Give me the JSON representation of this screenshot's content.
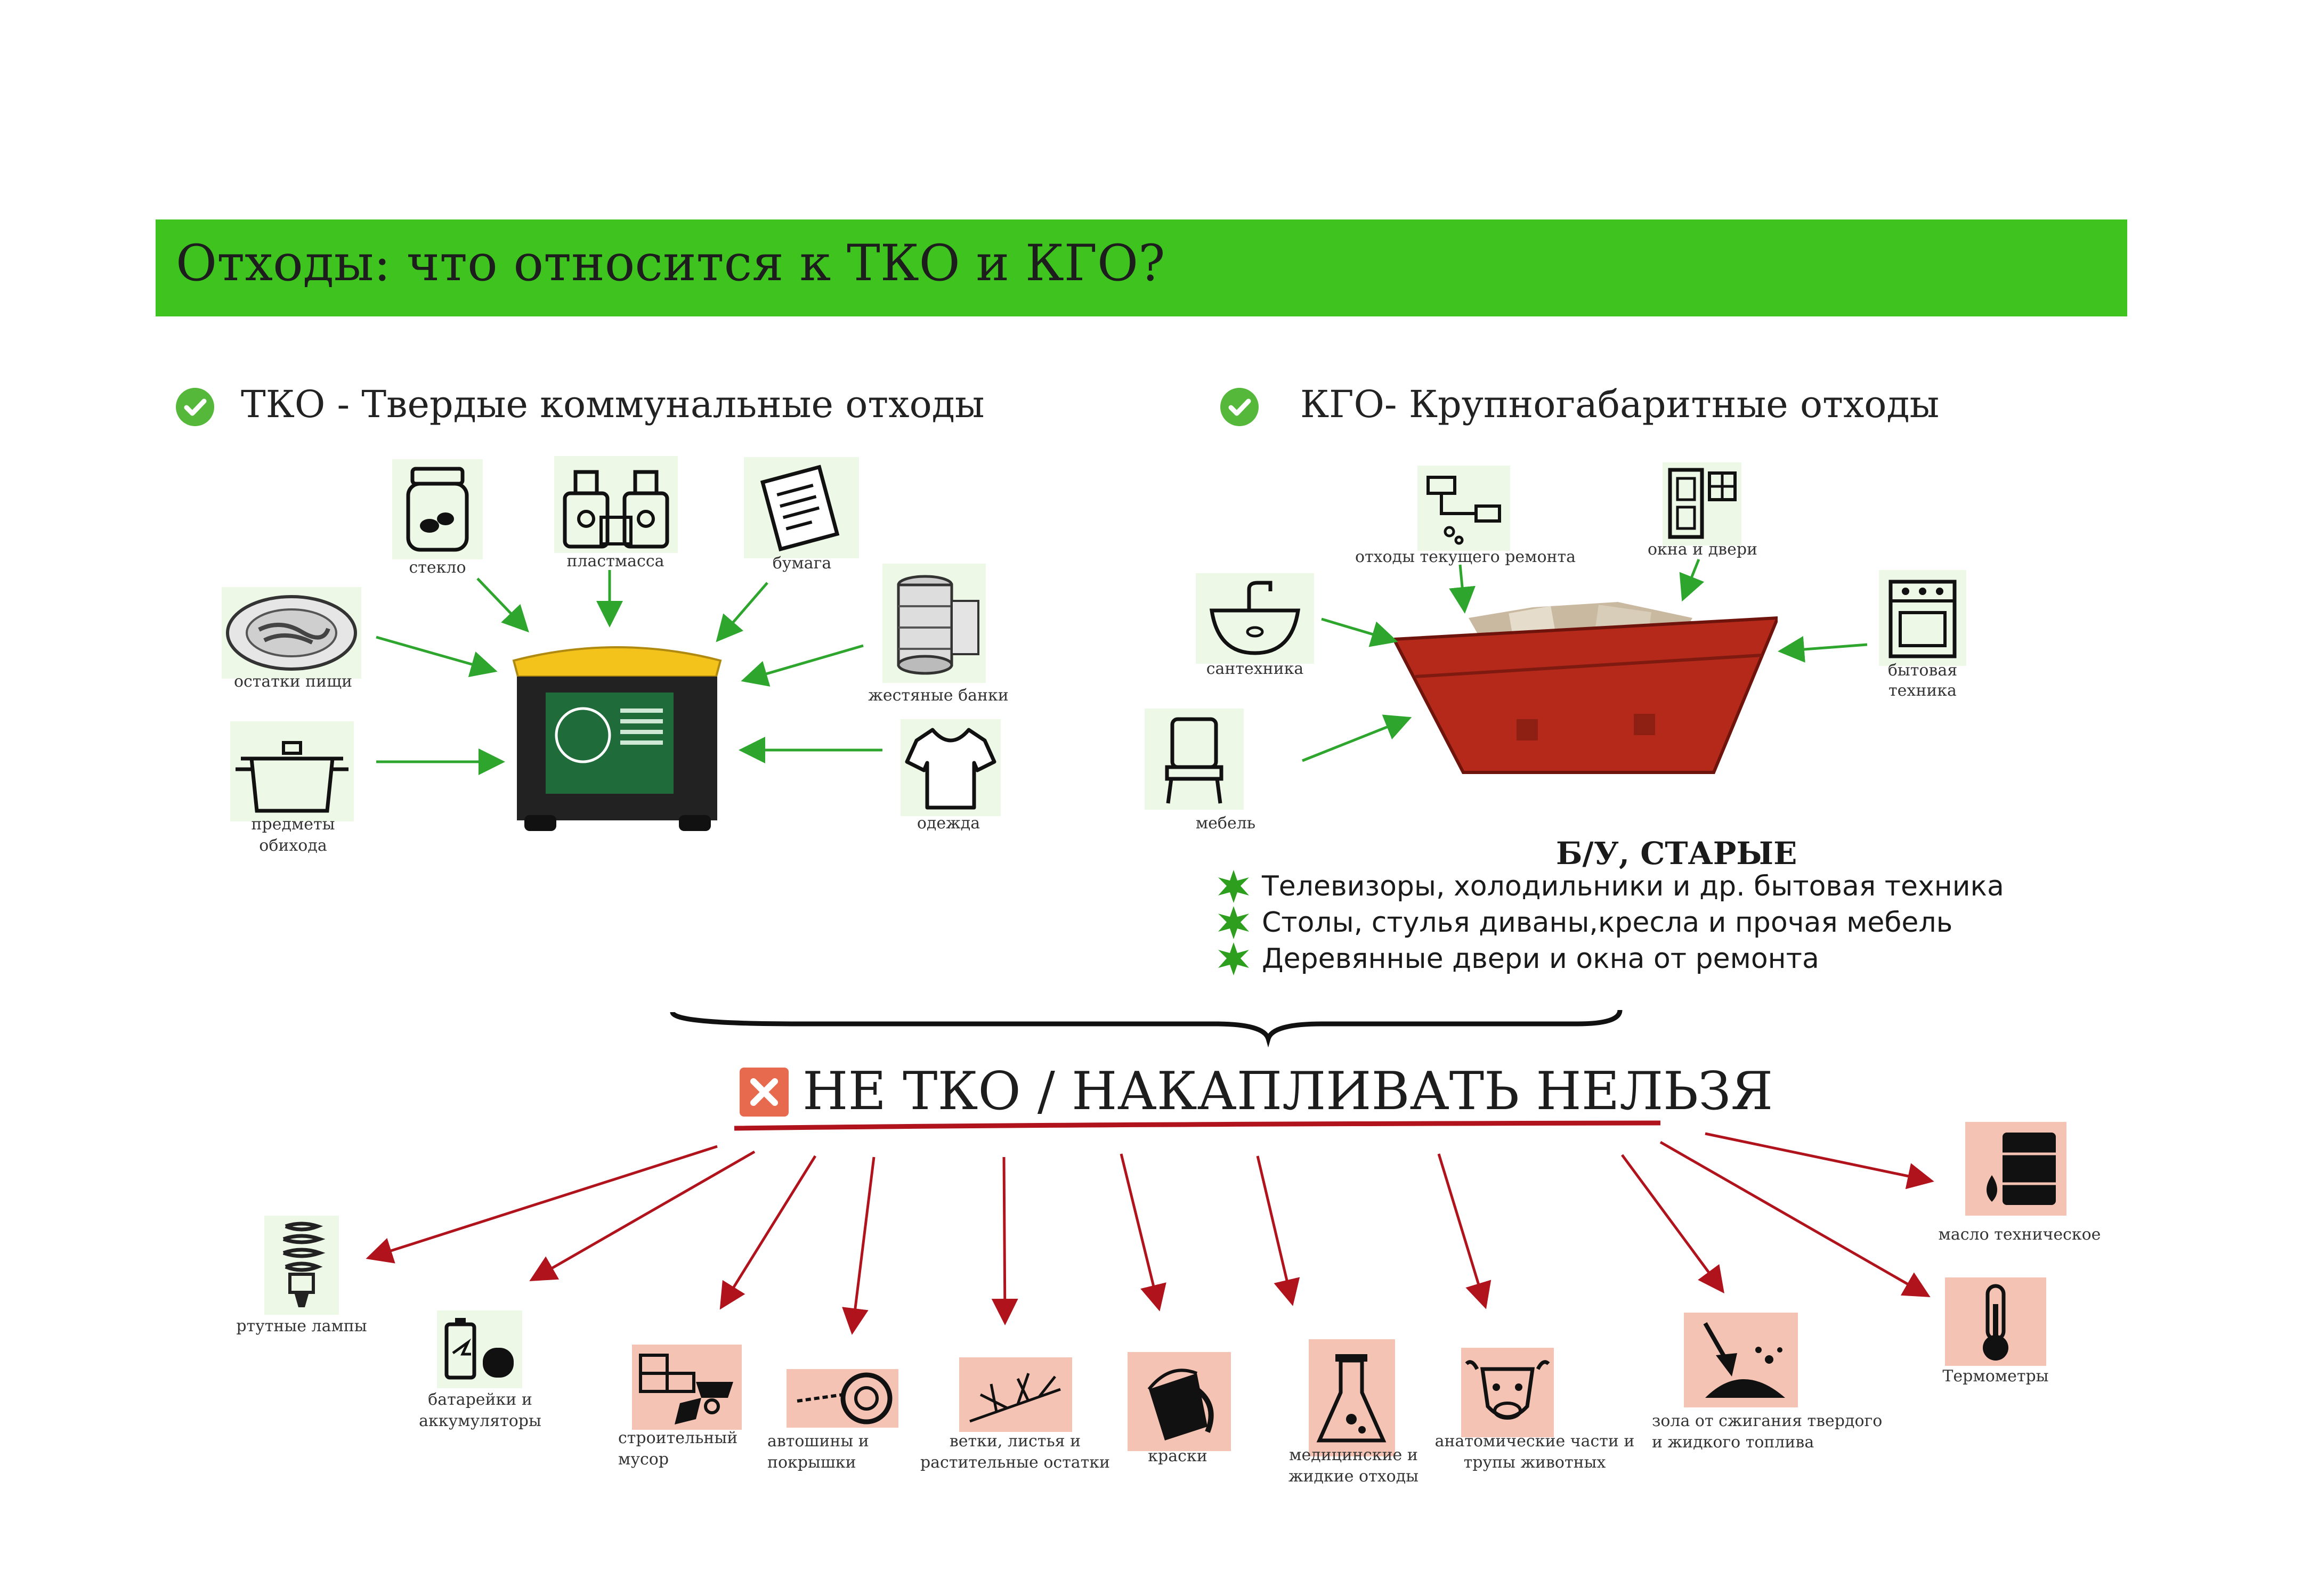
{
  "title": "Отходы: что относится к ТКО и КГО?",
  "tko": {
    "heading": "ТКО - Твердые коммунальные отходы",
    "items": {
      "glass": "стекло",
      "plastic": "пластмасса",
      "paper": "бумага",
      "food": "остатки пищи",
      "cans": "жестяные банки",
      "household": "предметы обихода",
      "clothes": "одежда"
    }
  },
  "kgo": {
    "heading": "КГО- Крупногабаритные отходы",
    "items": {
      "repair": "отходы текущего ремонта",
      "windows": "окна и двери",
      "plumbing": "сантехника",
      "appliances": "бытовая техника",
      "furniture": "мебель"
    },
    "used_title": "Б/У, СТАРЫЕ",
    "bullets": [
      "Телевизоры, холодильники и др. бытовая техника",
      "Столы, стулья диваны,кресла и прочая мебель",
      "Деревянные двери и окна от ремонта"
    ]
  },
  "not_tko": {
    "heading": "НЕ ТКО / НАКАПЛИВАТЬ НЕЛЬЗЯ",
    "items": {
      "lamps": "ртутные лампы",
      "batteries": "батарейки и аккумуляторы",
      "construction": "строительный мусор",
      "tires": "автошины и покрышки",
      "branches": "ветки, листья и растительные остатки",
      "paints": "краски",
      "medical": "медицинские и жидкие отходы",
      "animal": "анатомические части и трупы животных",
      "ash": "зола от сжигания твердого и жидкого топлива",
      "oil": "масло техническое",
      "thermometers": "Термометры"
    }
  },
  "colors": {
    "green": "#3fc41f",
    "arrow_green": "#2ea62e",
    "arrow_red": "#b0131c",
    "bin_yellow": "#f3c21b",
    "container_red": "#b5291a"
  }
}
